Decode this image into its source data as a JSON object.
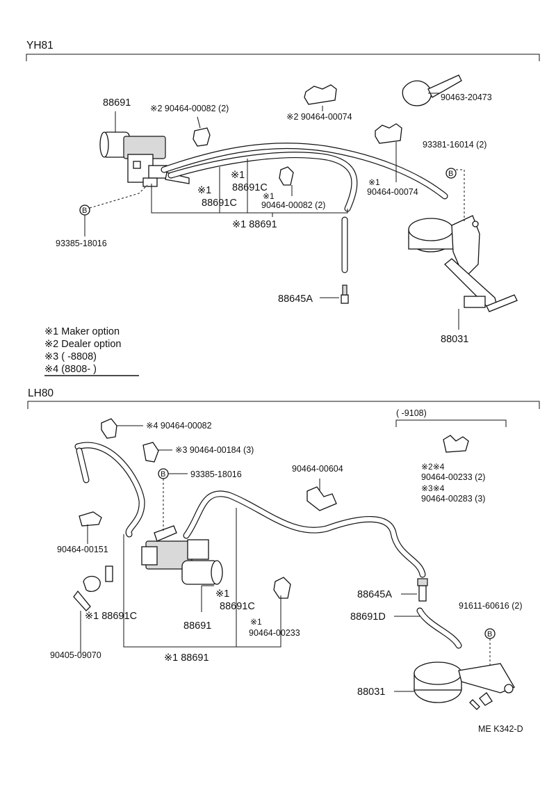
{
  "sections": {
    "yh81": "YH81",
    "lh80": "LH80"
  },
  "yh81": {
    "p_88691": "88691",
    "clip_2_82": "※2 90464-00082 (2)",
    "clip_2_74": "※2 90464-00074",
    "band_20473": "90463-20473",
    "bolt_93381": "93381-16014 (2)",
    "bolt_93385": "93385-18016",
    "h1_mark": "※1",
    "h1_part": "88691C",
    "h1b_mark": "※1",
    "h1b_part": "88691C",
    "clip_1_82_mark": "※1",
    "clip_1_82": "90464-00082 (2)",
    "clip_1_74_mark": "※1",
    "clip_1_74": "90464-00074",
    "hose_set": "※1 88691",
    "p_88645a": "88645A",
    "p_88031": "88031",
    "bolt_mark": "B"
  },
  "legend": [
    "※1 Maker option",
    "※2 Dealer option",
    "※3 (        -8808)",
    "※4 (8808-        )"
  ],
  "lh80": {
    "range": "(      -9108)",
    "clip_4_82": "※4  90464-00082",
    "clip_3_184": "※3 90464-00184 (3)",
    "bolt_93385": "93385-18016",
    "clip_604": "90464-00604",
    "clip_233_mark": "※2※4",
    "clip_233": "90464-00233 (2)",
    "clip_283_mark": "※3※4",
    "clip_283": "90464-00283 (3)",
    "clip_151": "90464-00151",
    "hose_1_88691c": "※1 88691C",
    "p_88691": "88691",
    "hose_mark": "※1",
    "hose_part": "88691C",
    "clip_1_233_mark": "※1",
    "clip_1_233": "90464-00233",
    "p_88645a": "88645A",
    "p_88691d": "88691D",
    "bolt_91611": "91611-60616 (2)",
    "clip_09070": "90405-09070",
    "hose_set": "※1 88691",
    "p_88031": "88031",
    "bolt_mark": "B"
  },
  "page_code": "ME K342-D"
}
